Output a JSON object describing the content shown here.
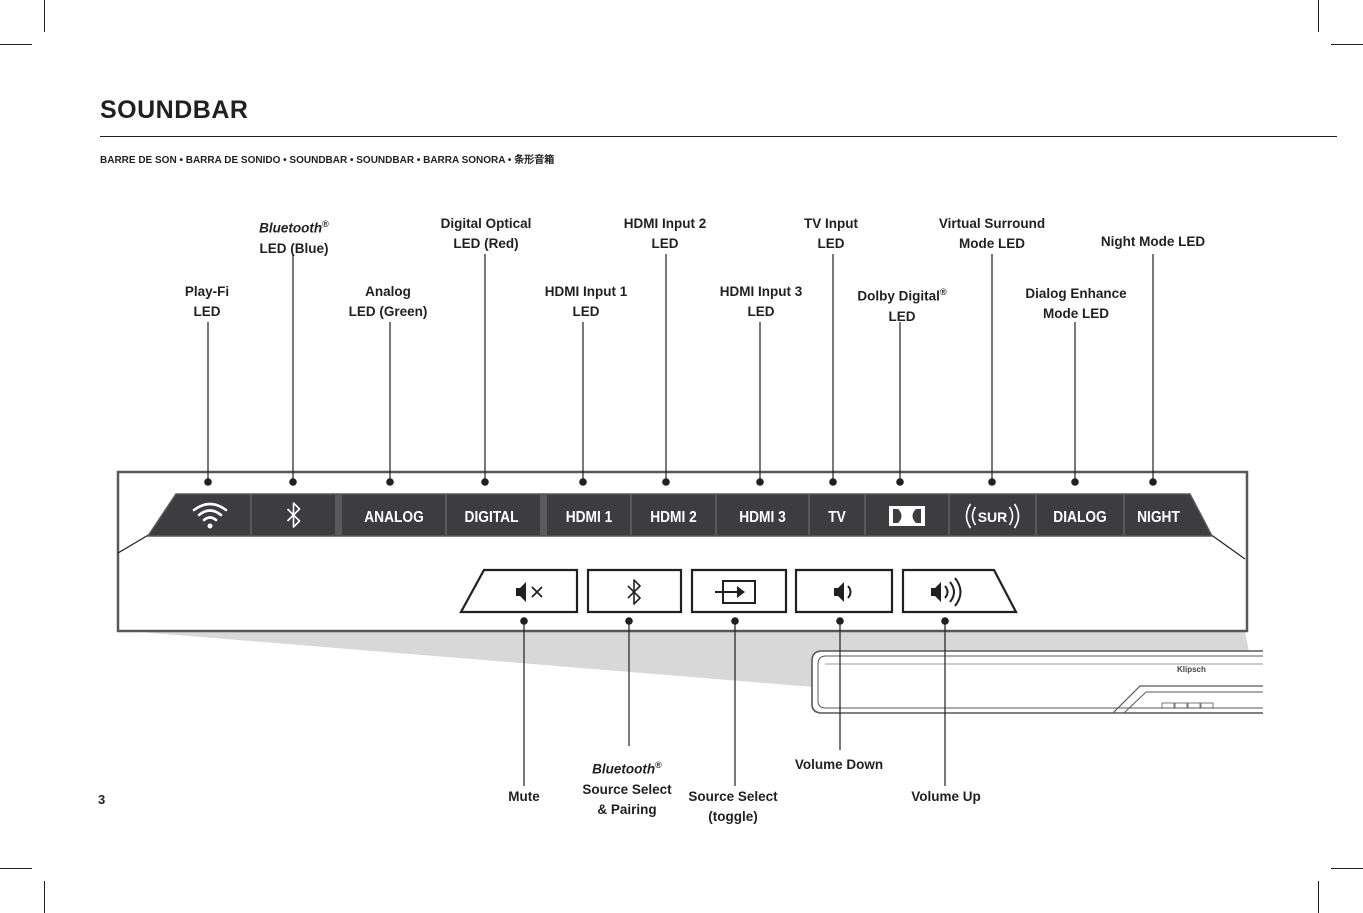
{
  "page": {
    "title": "SOUNDBAR",
    "subtitle": "BARRE DE SON • BARRA DE SONIDO • SOUNDBAR • SOUNDBAR • BARRA SONORA • 条形音箱",
    "page_number": "3"
  },
  "colors": {
    "panel_dark": "#3d3d3f",
    "panel_stripe": "#5a5a5c",
    "button_dark": "#7a7a7c",
    "outline": "#58585a",
    "floor_gray": "#d6d6d6",
    "text": "#231f20"
  },
  "top_labels": [
    {
      "id": "playfi",
      "line1": "Play-Fi",
      "line2": "LED"
    },
    {
      "id": "bluetooth",
      "line1": "Bluetooth",
      "line1_sup": "®",
      "line1_italic": true,
      "line2": "LED (Blue)"
    },
    {
      "id": "analog",
      "line1": "Analog",
      "line2": "LED (Green)"
    },
    {
      "id": "digital",
      "line1": "Digital Optical",
      "line2": "LED (Red)"
    },
    {
      "id": "hdmi1",
      "line1": "HDMI Input 1",
      "line2": "LED"
    },
    {
      "id": "hdmi2",
      "line1": "HDMI Input 2",
      "line2": "LED"
    },
    {
      "id": "hdmi3",
      "line1": "HDMI Input 3",
      "line2": "LED"
    },
    {
      "id": "tv",
      "line1": "TV Input",
      "line2": "LED"
    },
    {
      "id": "dolby",
      "line1": "Dolby Digital",
      "line1_sup": "®",
      "line2": "LED"
    },
    {
      "id": "surround",
      "line1": "Virtual Surround",
      "line2": "Mode LED"
    },
    {
      "id": "dialog",
      "line1": "Dialog Enhance",
      "line2": "Mode LED"
    },
    {
      "id": "night",
      "line1": "Night Mode LED",
      "line2": ""
    }
  ],
  "led_panel": {
    "segments": [
      {
        "id": "playfi",
        "text": "",
        "icon": "wifi-icon"
      },
      {
        "id": "bluetooth",
        "text": "",
        "icon": "bluetooth-icon"
      },
      {
        "id": "analog",
        "text": "ANALOG"
      },
      {
        "id": "digital",
        "text": "DIGITAL"
      },
      {
        "id": "hdmi1",
        "text": "HDMI 1"
      },
      {
        "id": "hdmi2",
        "text": "HDMI 2"
      },
      {
        "id": "hdmi3",
        "text": "HDMI 3"
      },
      {
        "id": "tv",
        "text": "TV"
      },
      {
        "id": "dolby",
        "text": "",
        "icon": "dolby-icon"
      },
      {
        "id": "surround",
        "text": "SUR",
        "icon": "surround-icon"
      },
      {
        "id": "dialog",
        "text": "DIALOG"
      },
      {
        "id": "night",
        "text": "NIGHT"
      }
    ]
  },
  "buttons": [
    {
      "id": "mute",
      "icon": "mute-icon",
      "label_lines": [
        "Mute"
      ]
    },
    {
      "id": "bt-source",
      "icon": "bluetooth-icon",
      "label_lines": [
        "Bluetooth",
        "Source Select",
        "& Pairing"
      ],
      "line1_italic": true,
      "line1_sup": "®"
    },
    {
      "id": "source",
      "icon": "source-input-icon",
      "label_lines": [
        "Source Select",
        "(toggle)"
      ]
    },
    {
      "id": "vol-down",
      "icon": "volume-down-icon",
      "label_lines": [
        "Volume Down"
      ]
    },
    {
      "id": "vol-up",
      "icon": "volume-up-icon",
      "label_lines": [
        "Volume Up"
      ]
    }
  ],
  "soundbar_logo": "Klipsch"
}
